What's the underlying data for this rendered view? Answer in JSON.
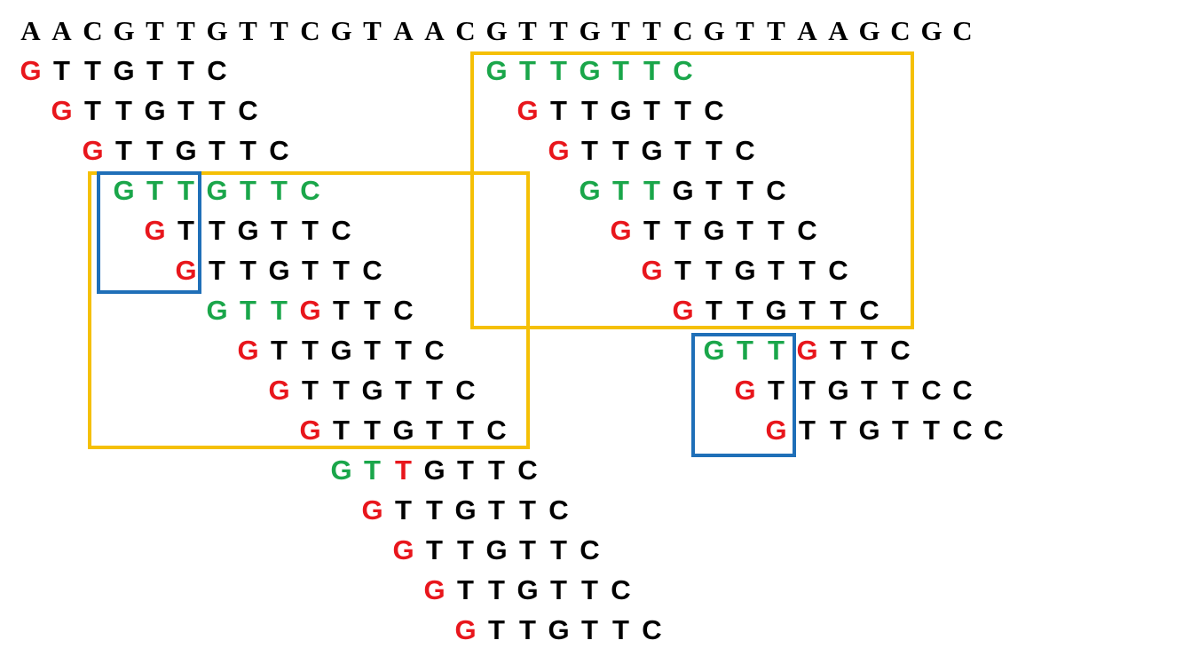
{
  "colors": {
    "base": "#000000",
    "mismatch": "#e8161c",
    "match": "#1aa64a",
    "box_yellow": "#f5c006",
    "box_blue": "#1f6fb8"
  },
  "sequence": {
    "label": "reference-sequence",
    "text": "AACGTTGTTCGTAACGTTGTTCGTTAAGCGC"
  },
  "reads": [
    {
      "text": "GTTGTTC",
      "colors": "rbbbbbb"
    },
    {
      "text": "GTTGTTC",
      "colors": "rbbbbbb"
    },
    {
      "text": "GTTGTTC",
      "colors": "rbbbbbb"
    },
    {
      "text": "GTTGTTC",
      "colors": "ggggggg"
    },
    {
      "text": "GTTGTTC",
      "colors": "rbbbbbb"
    },
    {
      "text": "GTTGTTC",
      "colors": "rbbbbbb"
    },
    {
      "text": "GTTGTTC",
      "colors": "gggrbbb"
    },
    {
      "text": "GTTGTTC",
      "colors": "rbbbbbb"
    },
    {
      "text": "GTTGTTC",
      "colors": "rbbbbbb"
    },
    {
      "text": "GTTGTTC",
      "colors": "rbbbbbb"
    },
    {
      "text": "GTTGTTC",
      "colors": "ggrbbbb"
    },
    {
      "text": "GTTGTTC",
      "colors": "rbbbbbb"
    },
    {
      "text": "GTTGTTC",
      "colors": "rbbbbbb"
    },
    {
      "text": "GTTGTTC",
      "colors": "rbbbbbb"
    },
    {
      "text": "GTTGTTC",
      "colors": "rbbbbbb"
    },
    {
      "text": "GTTGTTC",
      "colors": "ggggggg"
    },
    {
      "text": "GTTGTTC",
      "colors": "rbbbbbb"
    },
    {
      "text": "GTTGTTC",
      "colors": "rbbbbbb"
    },
    {
      "text": "GTTGTTC",
      "colors": "gggbbbb"
    },
    {
      "text": "GTTGTTC",
      "colors": "rbbbbbb"
    },
    {
      "text": "GTTGTTC",
      "colors": "rbbbbbb"
    },
    {
      "text": "GTTGTTC",
      "colors": "rbbbbbb"
    },
    {
      "text": "GTTGTTC",
      "colors": "gggrbbb"
    },
    {
      "text": "GTTGTTCC",
      "colors": "rbbbbbbb"
    },
    {
      "text": "GTTGTTCC",
      "colors": "rbbbbbbb"
    }
  ],
  "boxes": [
    {
      "name": "left-yellow-window",
      "color": "box_yellow"
    },
    {
      "name": "left-blue-window",
      "color": "box_blue"
    },
    {
      "name": "right-yellow-window",
      "color": "box_yellow"
    },
    {
      "name": "right-blue-window",
      "color": "box_blue"
    }
  ]
}
